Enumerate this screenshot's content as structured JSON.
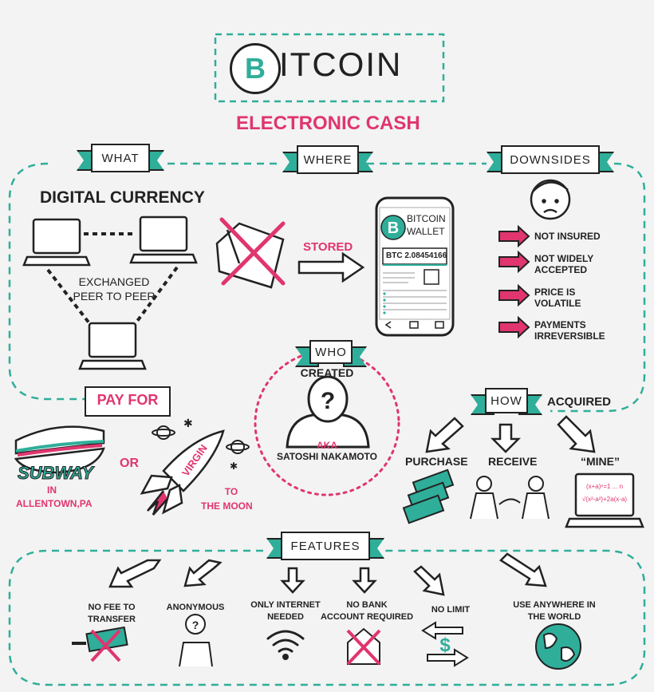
{
  "header": {
    "title_icon": "bitcoin-b-icon",
    "title": "ITCOIN",
    "subtitle": "ELECTRONIC CASH"
  },
  "what": {
    "banner": "WHAT",
    "heading": "DIGITAL CURRENCY",
    "caption_line1": "EXCHANGED",
    "caption_line2": "PEER TO PEER"
  },
  "where": {
    "banner": "WHERE",
    "stored_label": "STORED",
    "wallet_title_line1": "BITCOIN",
    "wallet_title_line2": "WALLET",
    "wallet_balance": "BTC 2.08454166"
  },
  "downsides": {
    "banner": "DOWNSIDES",
    "items": [
      {
        "line1": "NOT INSURED",
        "line2": ""
      },
      {
        "line1": "NOT WIDELY",
        "line2": "ACCEPTED"
      },
      {
        "line1": "PRICE IS",
        "line2": "VOLATILE"
      },
      {
        "line1": "PAYMENTS",
        "line2": "IRREVERSIBLE"
      }
    ]
  },
  "who": {
    "banner": "WHO",
    "created": "CREATED",
    "aka": "AKA",
    "name": "SATOSHI NAKAMOTO"
  },
  "pay_for": {
    "title": "PAY FOR",
    "brand": "SUBWAY",
    "location_line1": "IN",
    "location_line2": "ALLENTOWN,PA",
    "or": "OR",
    "rocket_label": "VIRGIN",
    "to_line1": "TO",
    "to_line2": "THE MOON"
  },
  "how": {
    "banner": "HOW",
    "acquired": "ACQUIRED",
    "methods": [
      "PURCHASE",
      "RECEIVE",
      "“MINE”"
    ]
  },
  "features": {
    "banner": "FEATURES",
    "items": [
      {
        "line1": "NO FEE TO",
        "line2": "TRANSFER"
      },
      {
        "line1": "ANONYMOUS",
        "line2": ""
      },
      {
        "line1": "ONLY INTERNET",
        "line2": "NEEDED"
      },
      {
        "line1": "NO BANK",
        "line2": "ACCOUNT REQUIRED"
      },
      {
        "line1": "NO LIMIT",
        "line2": ""
      },
      {
        "line1": "USE ANYWHERE IN",
        "line2": "THE WORLD"
      }
    ]
  },
  "colors": {
    "teal": "#2fae9a",
    "pink": "#e0356f",
    "ink": "#222222",
    "paper": "#f3f3f3"
  }
}
